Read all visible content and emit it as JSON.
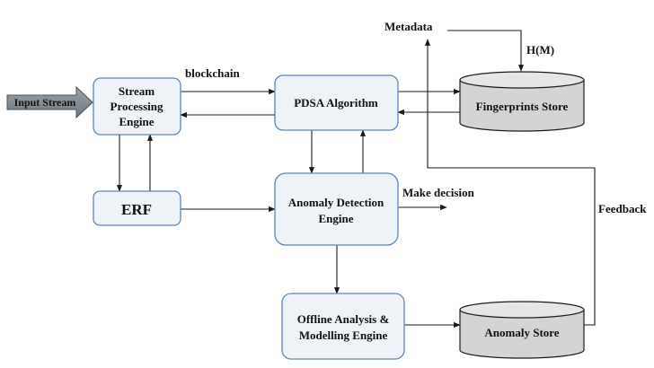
{
  "nodes": {
    "input_stream": "Input Stream",
    "stream_engine": [
      "Stream",
      "Processing",
      "Engine"
    ],
    "pdsa": "PDSA Algorithm",
    "fingerprints_store": "Fingerprints Store",
    "erf": "ERF",
    "anomaly_detection": [
      "Anomaly Detection",
      "Engine"
    ],
    "offline_analysis": [
      "Offline Analysis &",
      "Modelling Engine"
    ],
    "anomaly_store": "Anomaly Store"
  },
  "edge_labels": {
    "blockchain": "blockchain",
    "metadata": "Metadata",
    "hm": "H(M)",
    "make_decision": "Make decision",
    "feedback": "Feedback"
  }
}
